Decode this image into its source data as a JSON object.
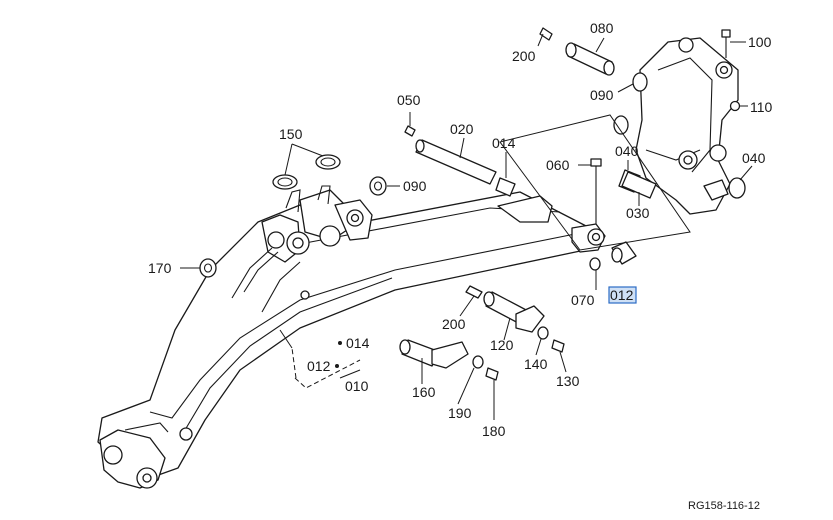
{
  "labels": {
    "l200a": "200",
    "l080": "080",
    "l100": "100",
    "l090a": "090",
    "l110": "110",
    "l050": "050",
    "l020": "020",
    "l150": "150",
    "l014a": "014",
    "l040a": "040",
    "l060": "060",
    "l040b": "040",
    "l090b": "090",
    "l030": "030",
    "l170": "170",
    "l070": "070",
    "l012a": "012",
    "l200b": "200",
    "l120": "120",
    "l014b": "014",
    "l012b": "012",
    "l140": "140",
    "l010": "010",
    "l160": "160",
    "l130": "130",
    "l190": "190",
    "l180": "180"
  },
  "highlight_label": "l012a",
  "drawing_ref": "RG158-116-12",
  "colors": {
    "line": "#1a1a1a",
    "highlight_fill": "#cfe0f5",
    "highlight_stroke": "#2b6cc4"
  }
}
